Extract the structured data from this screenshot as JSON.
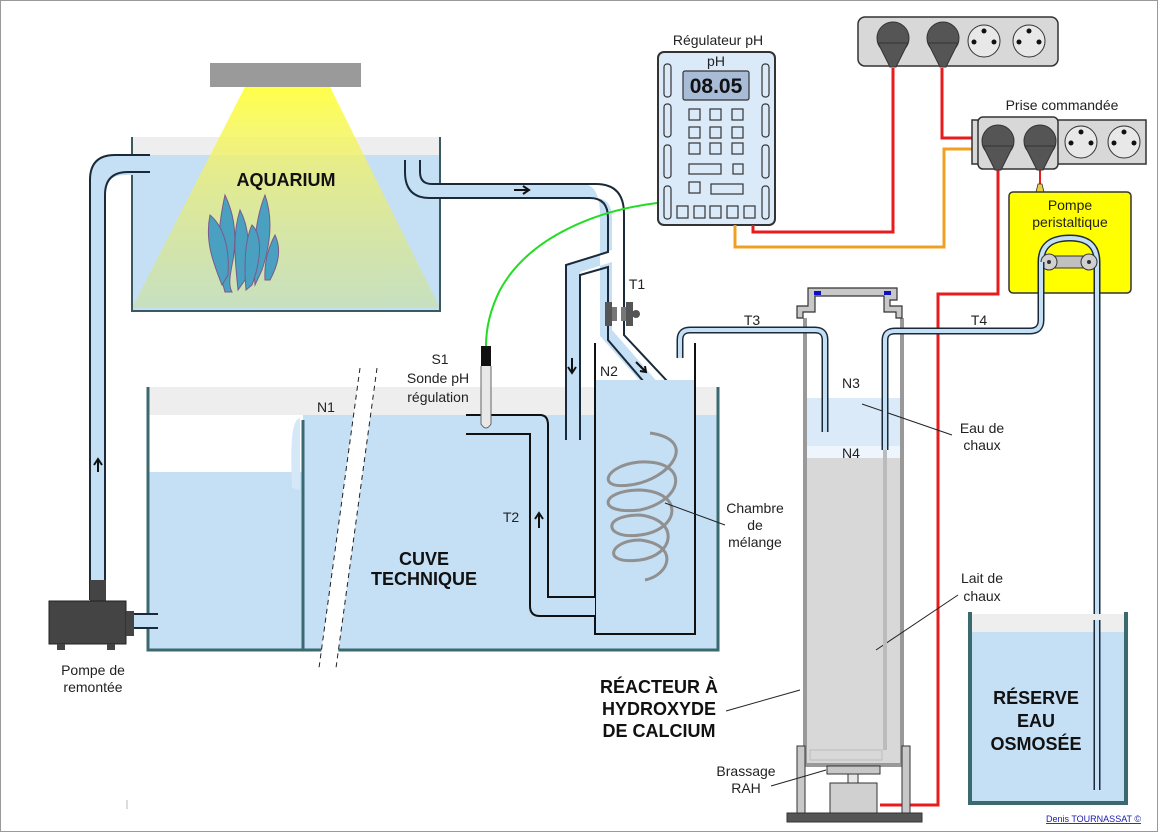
{
  "diagram": {
    "aquarium": {
      "label": "AQUARIUM"
    },
    "sump": {
      "label_line1": "CUVE",
      "label_line2": "TECHNIQUE"
    },
    "return_pump": {
      "label_line1": "Pompe de",
      "label_line2": "remontée"
    },
    "ph_controller": {
      "title": "Régulateur pH",
      "unit": "pH",
      "display_value": "08.05"
    },
    "controlled_outlet": {
      "label": "Prise commandée"
    },
    "peristaltic_pump": {
      "label_line1": "Pompe",
      "label_line2": "peristaltique"
    },
    "probe": {
      "label_line1": "S1",
      "label_line2": "Sonde pH",
      "label_line3": "régulation"
    },
    "levels": {
      "n1": "N1",
      "n2": "N2",
      "n3": "N3",
      "n4": "N4"
    },
    "tubes": {
      "t1": "T1",
      "t2": "T2",
      "t3": "T3",
      "t4": "T4"
    },
    "mixing_chamber": {
      "label_line1": "Chambre",
      "label_line2": "de",
      "label_line3": "mélange"
    },
    "limewater": {
      "label_line1": "Eau de",
      "label_line2": "chaux"
    },
    "lime_milk": {
      "label_line1": "Lait de",
      "label_line2": "chaux"
    },
    "reactor": {
      "label_line1": "RÉACTEUR À",
      "label_line2": "HYDROXYDE",
      "label_line3": "DE CALCIUM"
    },
    "stirrer": {
      "label_line1": "Brassage",
      "label_line2": "RAH"
    },
    "ro_reservoir": {
      "label_line1": "RÉSERVE",
      "label_line2": "EAU",
      "label_line3": "OSMOSÉE"
    },
    "credit": "Denis TOURNASSAT ©"
  },
  "colors": {
    "water": "#c5dff5",
    "pipe_outline": "#1a2a3a",
    "tank_wall": "#3a6a70",
    "power_cable": "#e81c1c",
    "control_cable": "#f0a020",
    "probe_cable": "#22dd22",
    "pump_body": "#ffff00",
    "reactor_gray": "#d8d8d8"
  }
}
